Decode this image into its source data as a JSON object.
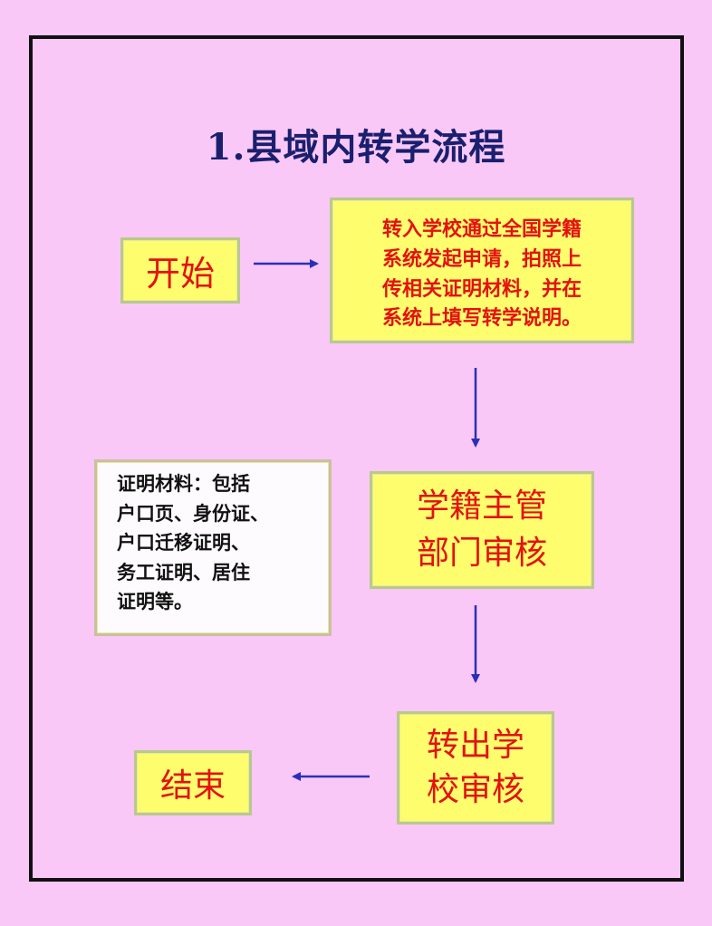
{
  "title": "1.县域内转学流程",
  "nodes": {
    "start": "开始",
    "apply": "转入学校通过全国学籍\n系统发起申请，拍照上\n传相关证明材料，并在\n系统上填写转学说明。",
    "review": "学籍主管\n部门审核",
    "out_school": "转出学\n校审核",
    "end": "结束",
    "materials": "证明材料：包括\n户口页、身份证、\n户口迁移证明、\n务工证明、居住\n证明等。"
  },
  "colors": {
    "background": "#f9c8f7",
    "box_fill": "#fdfd6e",
    "text_red": "#e3120f",
    "title_navy": "#1a1f6e",
    "arrow_blue": "#2b2fb8"
  }
}
